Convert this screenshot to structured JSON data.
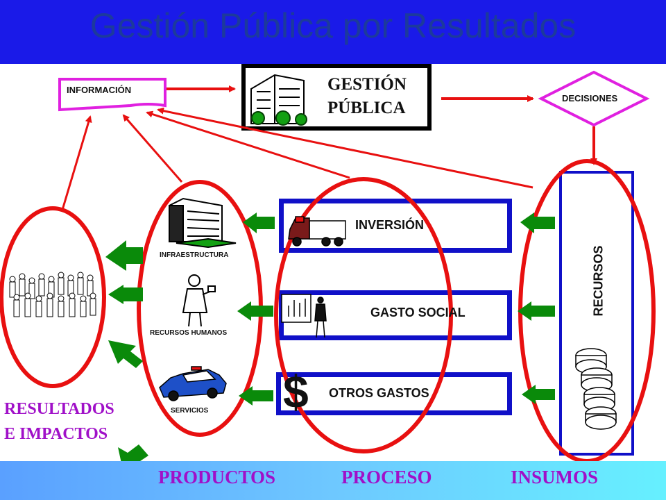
{
  "title": "Gestión Pública por Resultados",
  "nodes": {
    "informacion": "INFORMACIÓN",
    "gestion_publica_line1": "GESTIÓN",
    "gestion_publica_line2": "PÚBLICA",
    "decisiones": "DECISIONES",
    "inversion": "INVERSIÓN",
    "gasto_social": "GASTO SOCIAL",
    "otros_gastos": "OTROS GASTOS",
    "recursos": "RECURSOS",
    "infraestructura": "INFRAESTRUCTURA",
    "recursos_humanos": "RECURSOS HUMANOS",
    "servicios": "SERVICIOS",
    "resultados_line1": "RESULTADOS",
    "resultados_line2": "E IMPACTOS",
    "dollar": "$"
  },
  "footer": {
    "productos": "PRODUCTOS",
    "proceso": "PROCESO",
    "insumos": "INSUMOS"
  },
  "colors": {
    "header": "#1a1ae8",
    "title": "#1c3a9c",
    "red": "#e81010",
    "blue_box": "#1010c8",
    "magenta": "#e020e0",
    "green_arrow": "#0a8a0a",
    "footer_text": "#a010c8"
  }
}
